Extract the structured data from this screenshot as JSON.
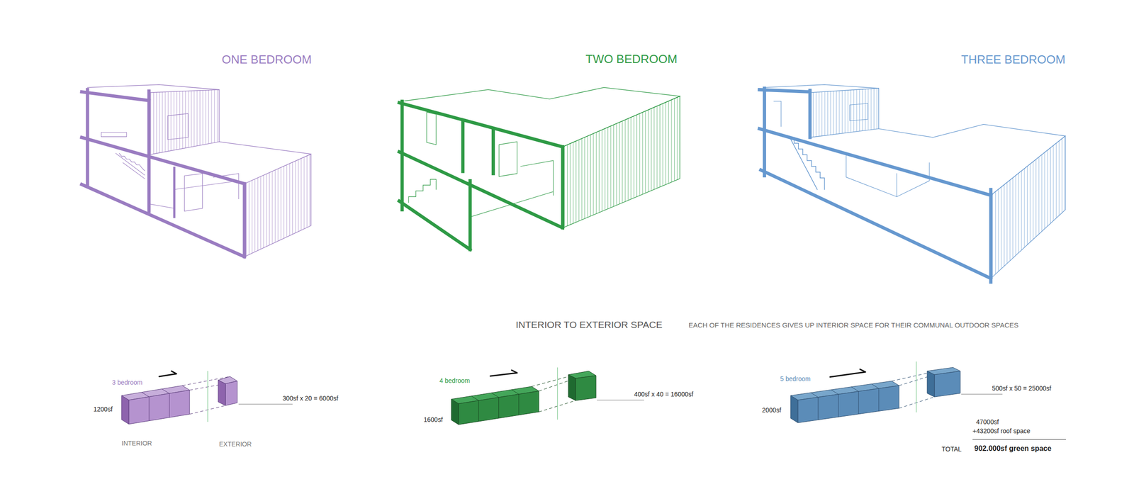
{
  "diagram": {
    "labels": [
      "ONE BEDROOM",
      "TWO BEDROOM",
      "THREE BEDROOM",
      "INTERIOR TO EXTERIOR SPACE",
      "EACH OF THE RESIDENCES GIVES UP INTERIOR SPACE FOR THEIR COMMUNAL OUTDOOR SPACES",
      "3 bedroom",
      "1200sf",
      "300sf x 20 = 6000sf",
      "INTERIOR",
      "EXTERIOR",
      "4 bedroom",
      "1600sf",
      "400sf x 40 = 16000sf",
      "5 bedroom",
      "2000sf",
      "500sf x 50 = 25000sf",
      "47000sf",
      "+43200sf roof space",
      "TOTAL",
      "902.000sf green space"
    ]
  }
}
